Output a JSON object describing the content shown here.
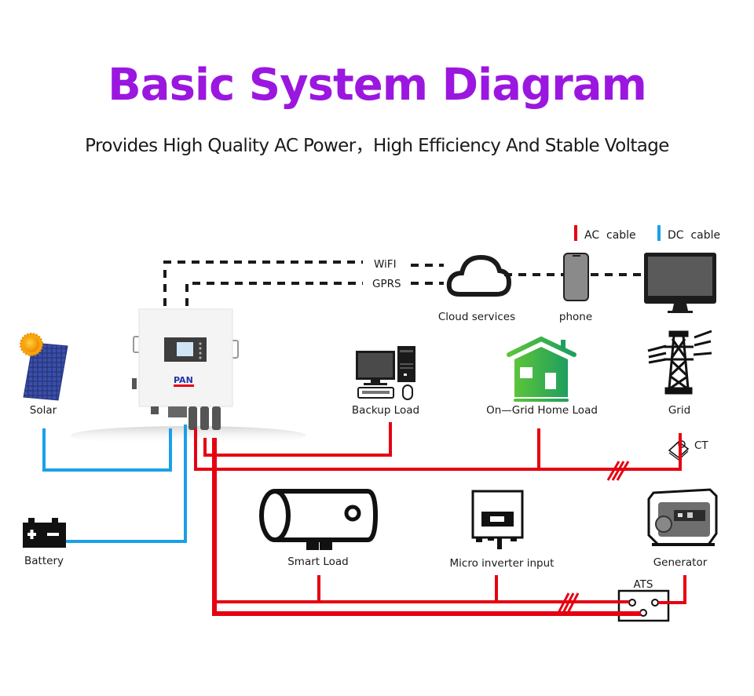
{
  "header": {
    "title": "Basic System Diagram",
    "subtitle": "Provides High Quality AC Power，High Efficiency And Stable Voltage"
  },
  "legend": [
    {
      "label": "AC  cable",
      "color": "#e60012"
    },
    {
      "label": "DC  cable",
      "color": "#1aa0e8"
    }
  ],
  "links": {
    "wifi": "WiFI",
    "gprs": "GPRS"
  },
  "inverter": {
    "brand": "PAN",
    "brand_color": "#2233aa"
  },
  "components": {
    "cloud": "Cloud services",
    "phone": "phone",
    "solar": "Solar",
    "battery": "Battery",
    "backup_load": "Backup Load",
    "home_load": "On—Grid Home Load",
    "grid": "Grid",
    "ct": "CT",
    "smart_load": "Smart Load",
    "micro_inverter": "Micro inverter input",
    "generator": "Generator",
    "ats": "ATS"
  },
  "colors": {
    "title": "#9b17e0",
    "ac": "#e60012",
    "dc": "#1aa0e8",
    "house_green_1": "#5cc43a",
    "house_green_2": "#1f9e5e"
  }
}
